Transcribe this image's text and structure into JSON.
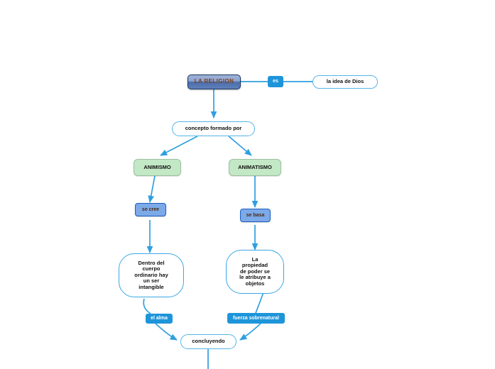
{
  "diagram": {
    "title": "LA RELIGION",
    "type": "concept-map",
    "language": "es",
    "colors": {
      "edge": "#2f9fe0",
      "root_border": "#17365d",
      "root_text": "#7b3f18",
      "green_fill": "#c3e8c6",
      "blue_fill": "#7ca9e8",
      "tag_fill": "#1e95da",
      "oval_border": "#56b4e8"
    },
    "nodes": [
      {
        "id": "root",
        "label": "LA RELIGION"
      },
      {
        "id": "es",
        "label": "es"
      },
      {
        "id": "idea",
        "label": "la idea de Dios"
      },
      {
        "id": "concepto",
        "label": "concepto formado por"
      },
      {
        "id": "animismo",
        "label": "ANIMISMO"
      },
      {
        "id": "animatismo",
        "label": "ANIMATISMO"
      },
      {
        "id": "secree",
        "label": "se cree"
      },
      {
        "id": "sebasa",
        "label": "se basa"
      },
      {
        "id": "dentro",
        "label": "Dentro del\ncuerpo\nordinario hay\nun ser\nintangible"
      },
      {
        "id": "propiedad",
        "label": "La\npropiedad\nde poder se\nle atribuye a\nobjetos"
      },
      {
        "id": "elalma",
        "label": "el alma"
      },
      {
        "id": "fuerza",
        "label": "fuerza sobrenatural"
      },
      {
        "id": "concluyendo",
        "label": "concluyendo"
      }
    ]
  }
}
